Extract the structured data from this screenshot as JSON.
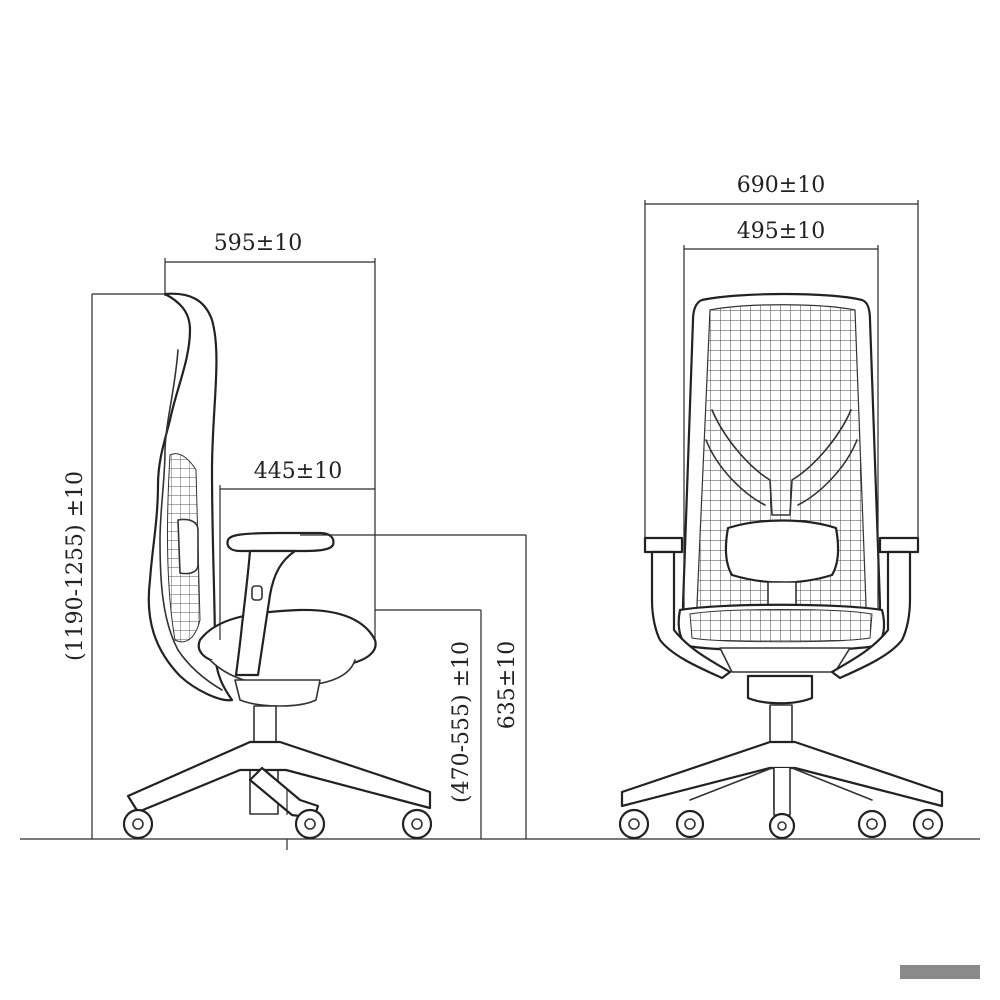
{
  "dimensions": {
    "side_depth": "595±10",
    "seat_depth": "445±10",
    "total_height": "(1190-1255) ±10",
    "seat_height": "(470-555) ±10",
    "arm_height": "635±10",
    "overall_width": "690±10",
    "back_width": "495±10"
  },
  "units": "",
  "colors": {
    "line": "#222222",
    "background": "#ffffff",
    "corner_bar": "#8a8a8a"
  }
}
